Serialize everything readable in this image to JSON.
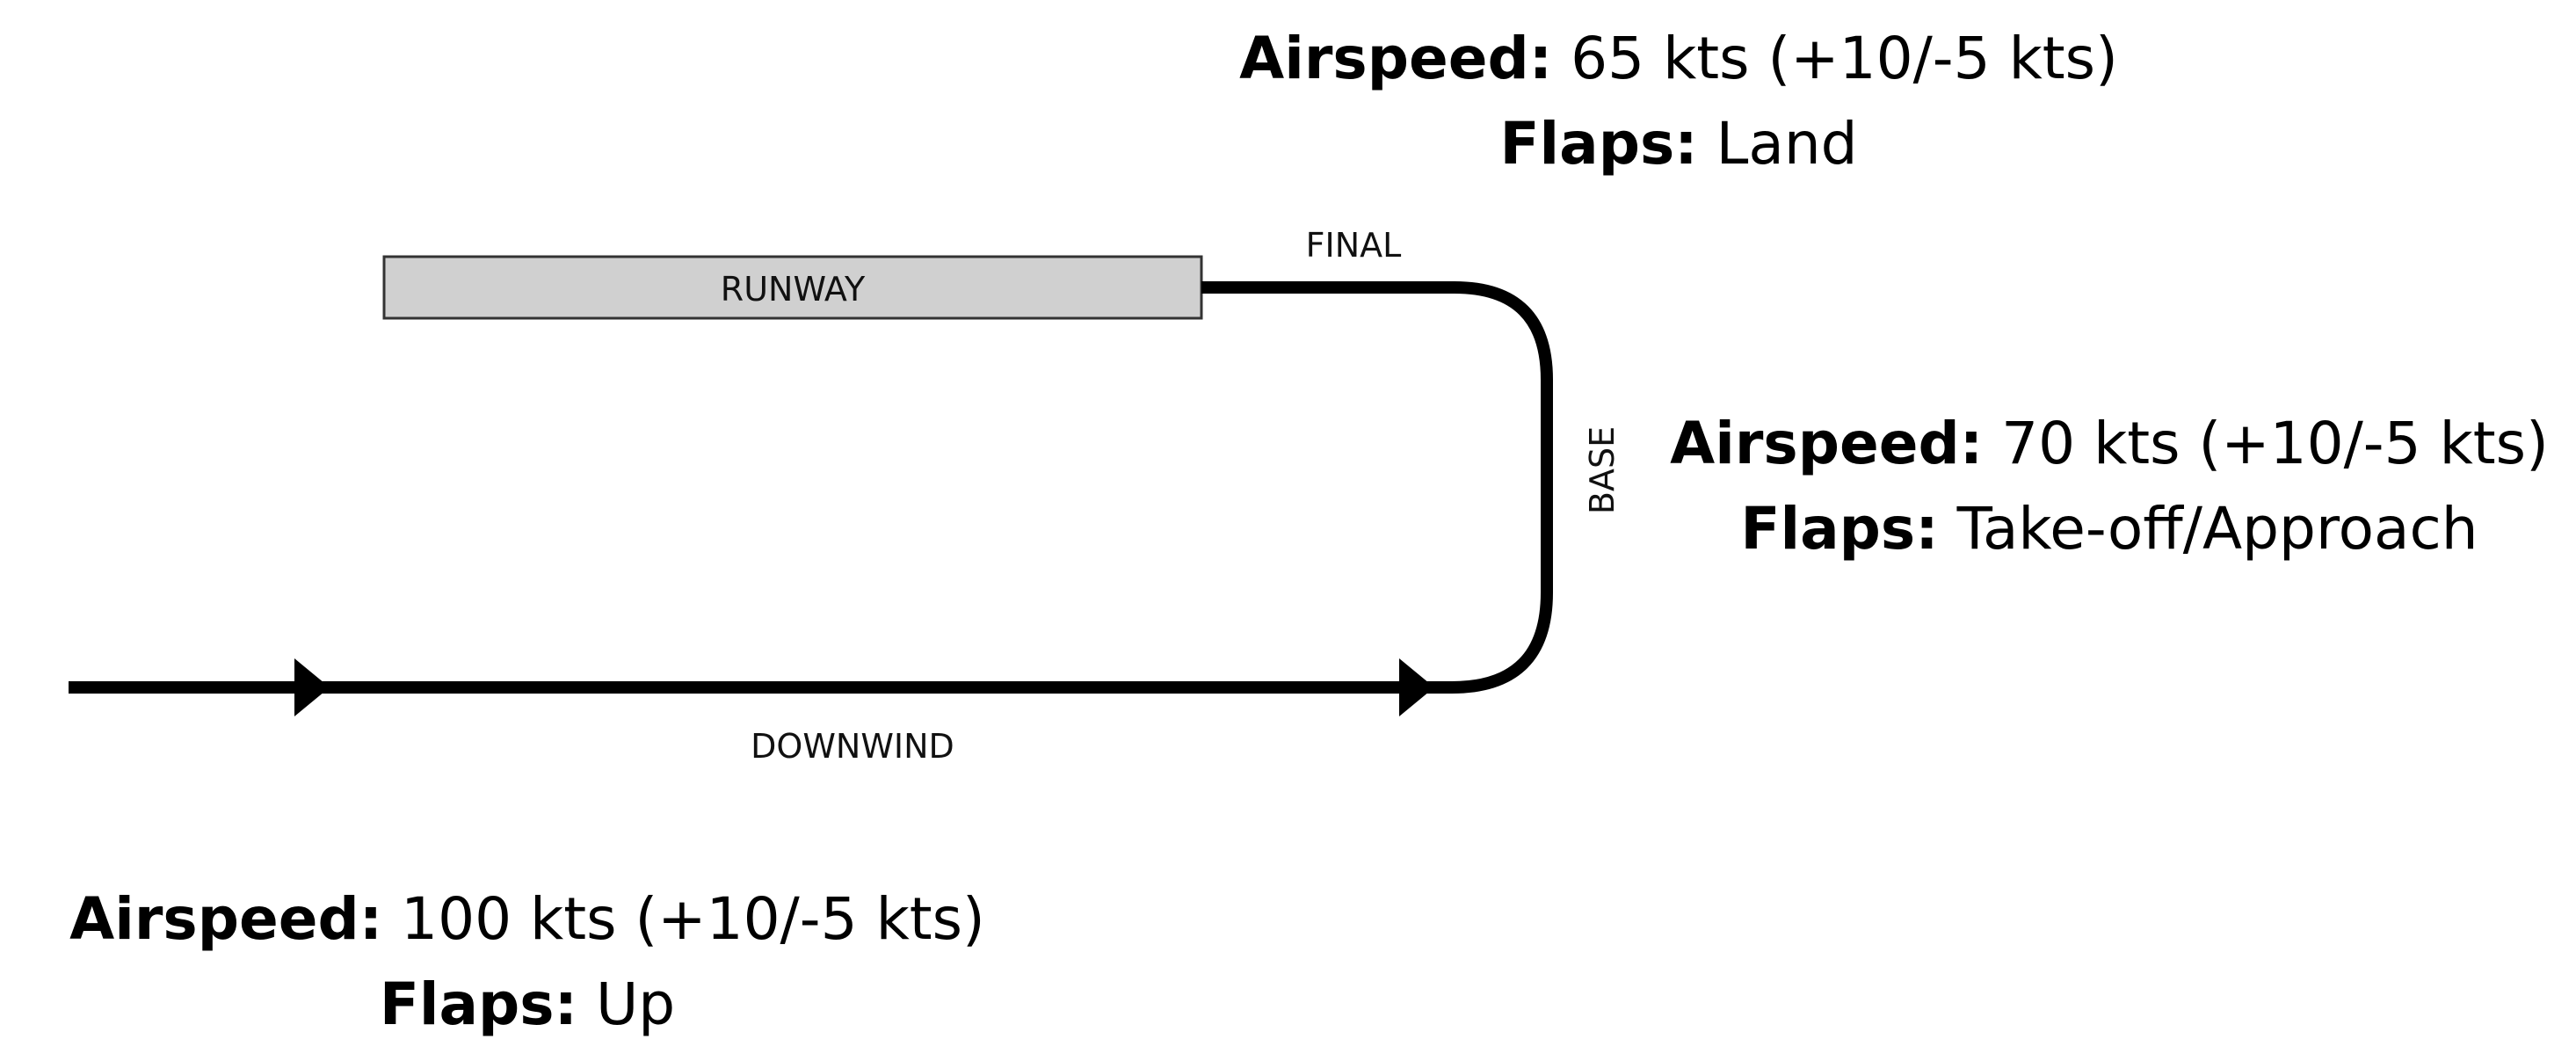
{
  "diagram": {
    "labels": {
      "runway": "RUNWAY",
      "final": "FINAL",
      "base": "BASE",
      "downwind": "DOWNWIND"
    },
    "colors": {
      "path": "#000000",
      "runway_fill": "#d0d0d0",
      "runway_stroke": "#333333"
    }
  },
  "final_leg": {
    "airspeed_key": "Airspeed:",
    "airspeed_value": " 65 kts (+10/-5 kts)",
    "flaps_key": "Flaps:",
    "flaps_value": " Land"
  },
  "base_leg": {
    "airspeed_key": "Airspeed:",
    "airspeed_value": " 70 kts (+10/-5 kts)",
    "flaps_key": "Flaps:",
    "flaps_value": " Take-off/Approach"
  },
  "downwind_leg": {
    "airspeed_key": "Airspeed:",
    "airspeed_value": " 100 kts (+10/-5 kts)",
    "flaps_key": "Flaps:",
    "flaps_value": " Up"
  }
}
